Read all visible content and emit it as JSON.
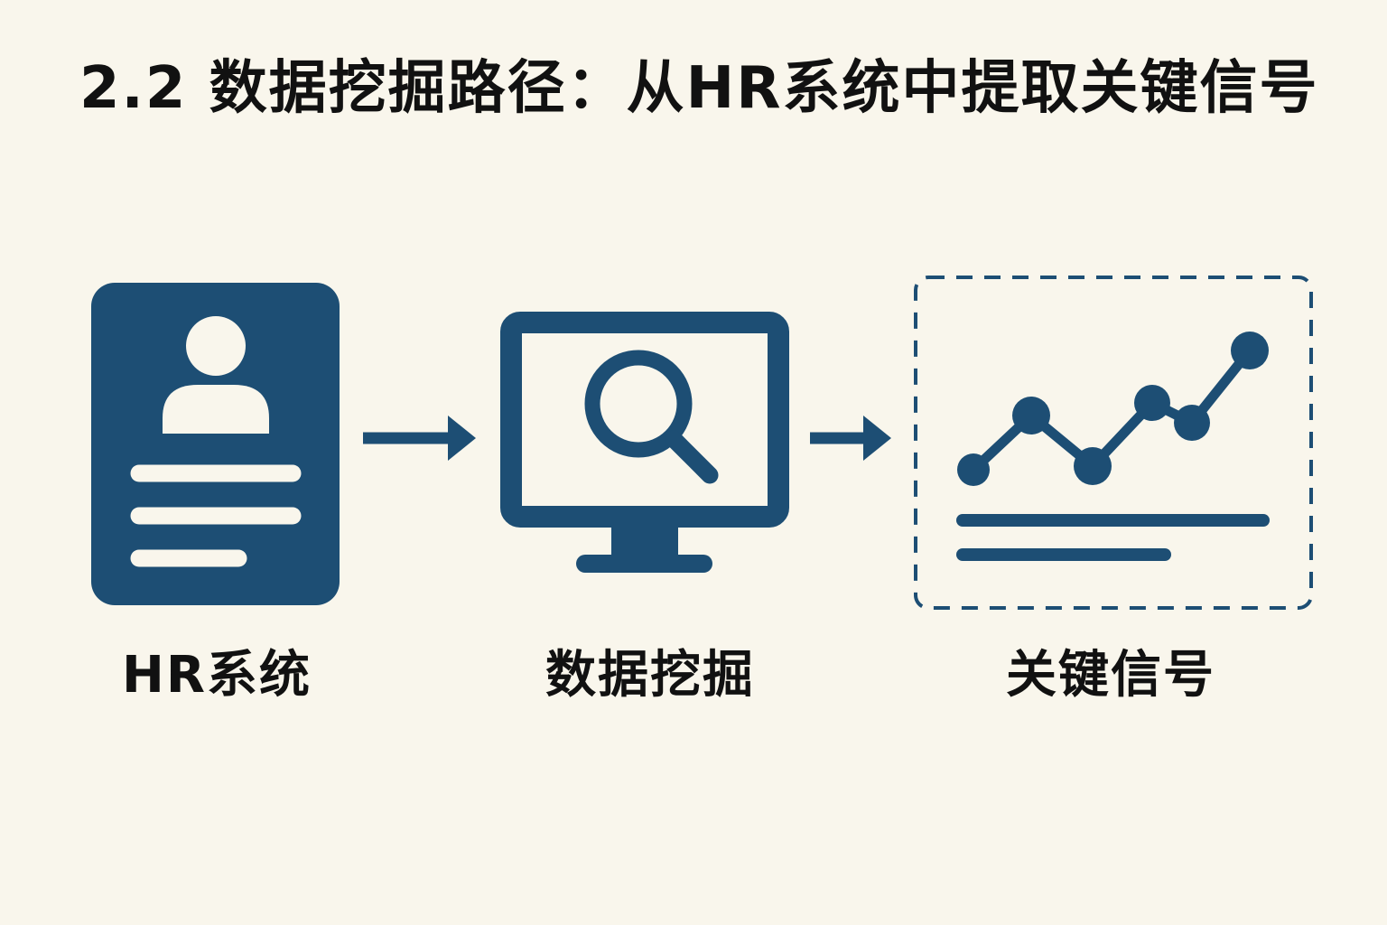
{
  "title": "2.2 数据挖掘路径：从HR系统中提取关键信号",
  "steps": [
    {
      "label": "HR系统",
      "icon": "id-card-icon"
    },
    {
      "label": "数据挖掘",
      "icon": "monitor-magnifier-icon"
    },
    {
      "label": "关键信号",
      "icon": "line-chart-icon"
    }
  ],
  "colors": {
    "background": "#f9f6ec",
    "accent": "#1d4e74",
    "text": "#111111"
  }
}
